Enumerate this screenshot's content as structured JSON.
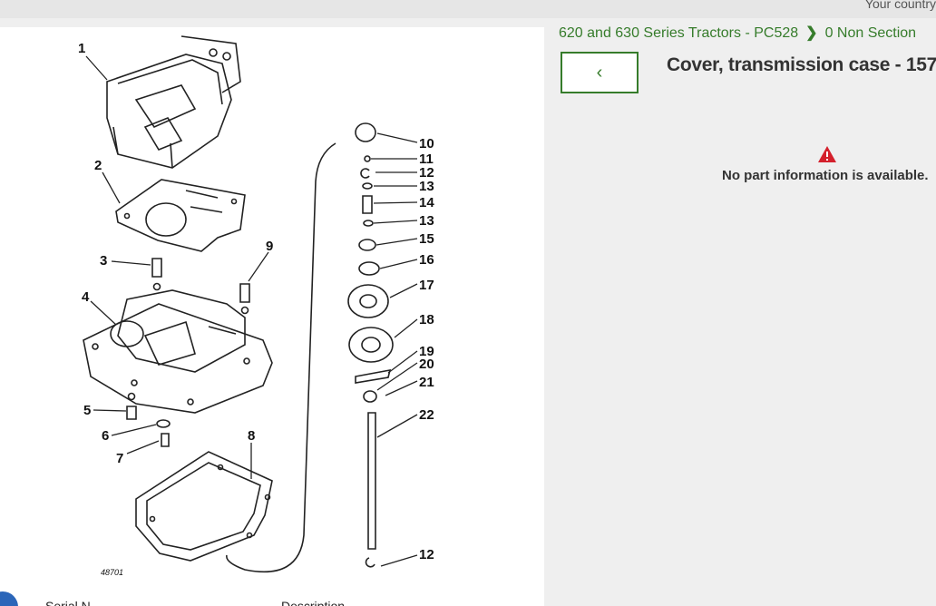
{
  "header": {
    "country_text": "Your country"
  },
  "breadcrumb": {
    "item1": "620 and 630 Series Tractors - PC528",
    "item2": "0 Non Section"
  },
  "page": {
    "title": "Cover, transmission case - 157",
    "back_label": "‹"
  },
  "message": {
    "no_info": "No part information is available."
  },
  "diagram": {
    "labels": [
      "1",
      "2",
      "3",
      "4",
      "5",
      "6",
      "7",
      "8",
      "9",
      "10",
      "11",
      "12",
      "13",
      "14",
      "13",
      "15",
      "16",
      "17",
      "18",
      "19",
      "20",
      "21",
      "22",
      "12"
    ],
    "plate_number": "48701"
  },
  "table_headers": {
    "serial": "Serial N",
    "description": "Description"
  },
  "colors": {
    "accent": "#367c2b",
    "warning": "#d4202c"
  }
}
